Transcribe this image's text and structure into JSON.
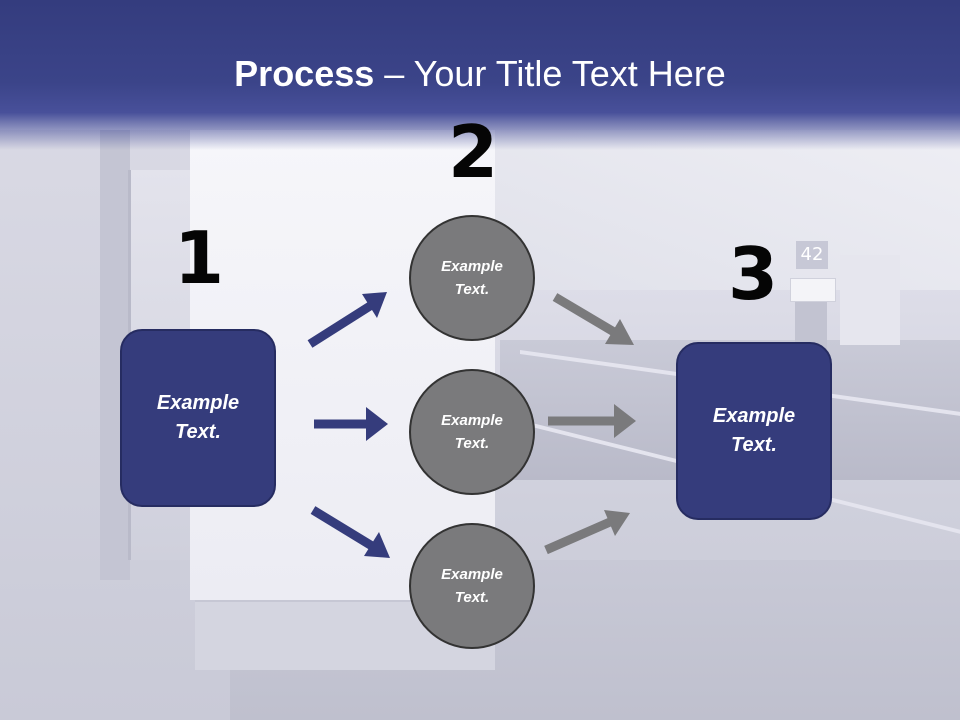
{
  "slide": {
    "title_bold": "Process",
    "title_rest": " – Your Title Text Here",
    "gate_sign": "42"
  },
  "steps": {
    "one": {
      "number": "1",
      "text": "Example Text."
    },
    "two": {
      "number": "2"
    },
    "three": {
      "number": "3",
      "text": "Example Text."
    }
  },
  "circles": [
    {
      "text": "Example Text."
    },
    {
      "text": "Example Text."
    },
    {
      "text": "Example Text."
    }
  ],
  "colors": {
    "header": "#343c7e",
    "box_fill": "#353c7c",
    "circle_fill": "#7a7a7c",
    "arrow_blue": "#353c7c",
    "arrow_gray": "#7a7a7c"
  }
}
